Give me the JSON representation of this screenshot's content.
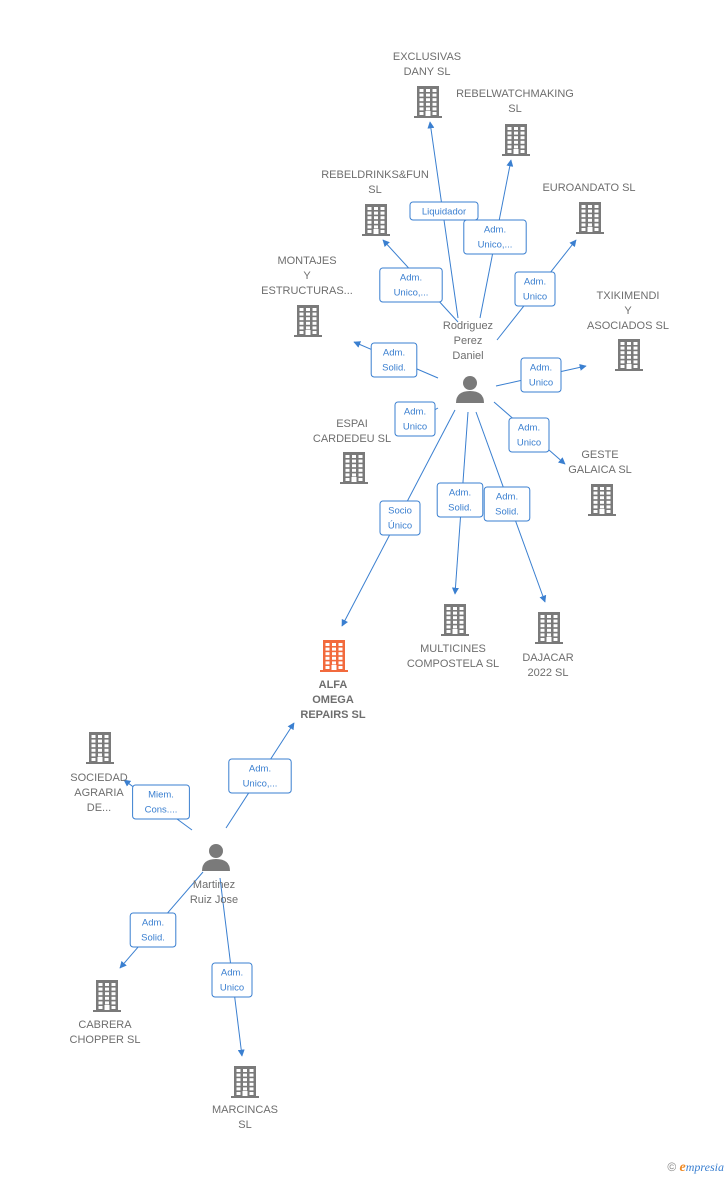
{
  "nodes": [
    {
      "id": "exclusivas",
      "type": "company",
      "label": [
        "EXCLUSIVAS",
        "DANY SL"
      ]
    },
    {
      "id": "rebelwatch",
      "type": "company",
      "label": [
        "REBELWATCHMAKING",
        "SL"
      ]
    },
    {
      "id": "rebeldrinks",
      "type": "company",
      "label": [
        "REBELDRINKS&FUN",
        "SL"
      ]
    },
    {
      "id": "euroandato",
      "type": "company",
      "label": [
        "EUROANDATO SL"
      ]
    },
    {
      "id": "montajes",
      "type": "company",
      "label": [
        "MONTAJES",
        "Y",
        "ESTRUCTURAS..."
      ]
    },
    {
      "id": "txikimendi",
      "type": "company",
      "label": [
        "TXIKIMENDI",
        "Y",
        "ASOCIADOS SL"
      ]
    },
    {
      "id": "rodriguez",
      "type": "person",
      "label": [
        "Rodriguez",
        "Perez",
        "Daniel"
      ]
    },
    {
      "id": "espai",
      "type": "company",
      "label": [
        "ESPAI",
        "CARDEDEU  SL"
      ]
    },
    {
      "id": "geste",
      "type": "company",
      "label": [
        "GESTE",
        "GALAICA  SL"
      ]
    },
    {
      "id": "multicines",
      "type": "company",
      "label": [
        "MULTICINES",
        "COMPOSTELA SL"
      ]
    },
    {
      "id": "dajacar",
      "type": "company",
      "label": [
        "DAJACAR",
        "2022  SL"
      ]
    },
    {
      "id": "alfa",
      "type": "focus",
      "label": [
        "ALFA",
        "OMEGA",
        "REPAIRS  SL"
      ]
    },
    {
      "id": "sociedad",
      "type": "company",
      "label": [
        "SOCIEDAD",
        "AGRARIA",
        "DE..."
      ]
    },
    {
      "id": "martinez",
      "type": "person",
      "label": [
        "Martinez",
        "Ruiz Jose"
      ]
    },
    {
      "id": "cabrera",
      "type": "company",
      "label": [
        "CABRERA",
        "CHOPPER SL"
      ]
    },
    {
      "id": "marcincas",
      "type": "company",
      "label": [
        "MARCINCAS",
        "SL"
      ]
    }
  ],
  "edges": [
    {
      "from": "rodriguez",
      "to": "exclusivas",
      "label": [
        "Liquidador"
      ]
    },
    {
      "from": "rodriguez",
      "to": "rebelwatch",
      "label": [
        "Adm.",
        "Unico,..."
      ]
    },
    {
      "from": "rodriguez",
      "to": "rebeldrinks",
      "label": [
        "Adm.",
        "Unico,..."
      ]
    },
    {
      "from": "rodriguez",
      "to": "euroandato",
      "label": [
        "Adm.",
        "Unico"
      ]
    },
    {
      "from": "rodriguez",
      "to": "montajes",
      "label": [
        "Adm.",
        "Solid."
      ]
    },
    {
      "from": "rodriguez",
      "to": "txikimendi",
      "label": [
        "Adm.",
        "Unico"
      ]
    },
    {
      "from": "rodriguez",
      "to": "espai",
      "label": [
        "Adm.",
        "Unico"
      ]
    },
    {
      "from": "rodriguez",
      "to": "geste",
      "label": [
        "Adm.",
        "Unico"
      ]
    },
    {
      "from": "rodriguez",
      "to": "alfa",
      "label": [
        "Socio",
        "Único"
      ]
    },
    {
      "from": "rodriguez",
      "to": "multicines",
      "label": [
        "Adm.",
        "Solid."
      ]
    },
    {
      "from": "rodriguez",
      "to": "dajacar",
      "label": [
        "Adm.",
        "Solid."
      ]
    },
    {
      "from": "martinez",
      "to": "alfa",
      "label": [
        "Adm.",
        "Unico,..."
      ]
    },
    {
      "from": "martinez",
      "to": "sociedad",
      "label": [
        "Miem.",
        "Cons...."
      ]
    },
    {
      "from": "martinez",
      "to": "cabrera",
      "label": [
        "Adm.",
        "Solid."
      ]
    },
    {
      "from": "martinez",
      "to": "marcincas",
      "label": [
        "Adm.",
        "Unico"
      ]
    }
  ],
  "colors": {
    "company": "#7a7a7a",
    "focus": "#f26a3d",
    "person": "#7a7a7a",
    "edge": "#3a7fd0"
  },
  "watermark": {
    "symbol": "©",
    "brand_initial": "e",
    "brand_rest": "mpresia"
  }
}
